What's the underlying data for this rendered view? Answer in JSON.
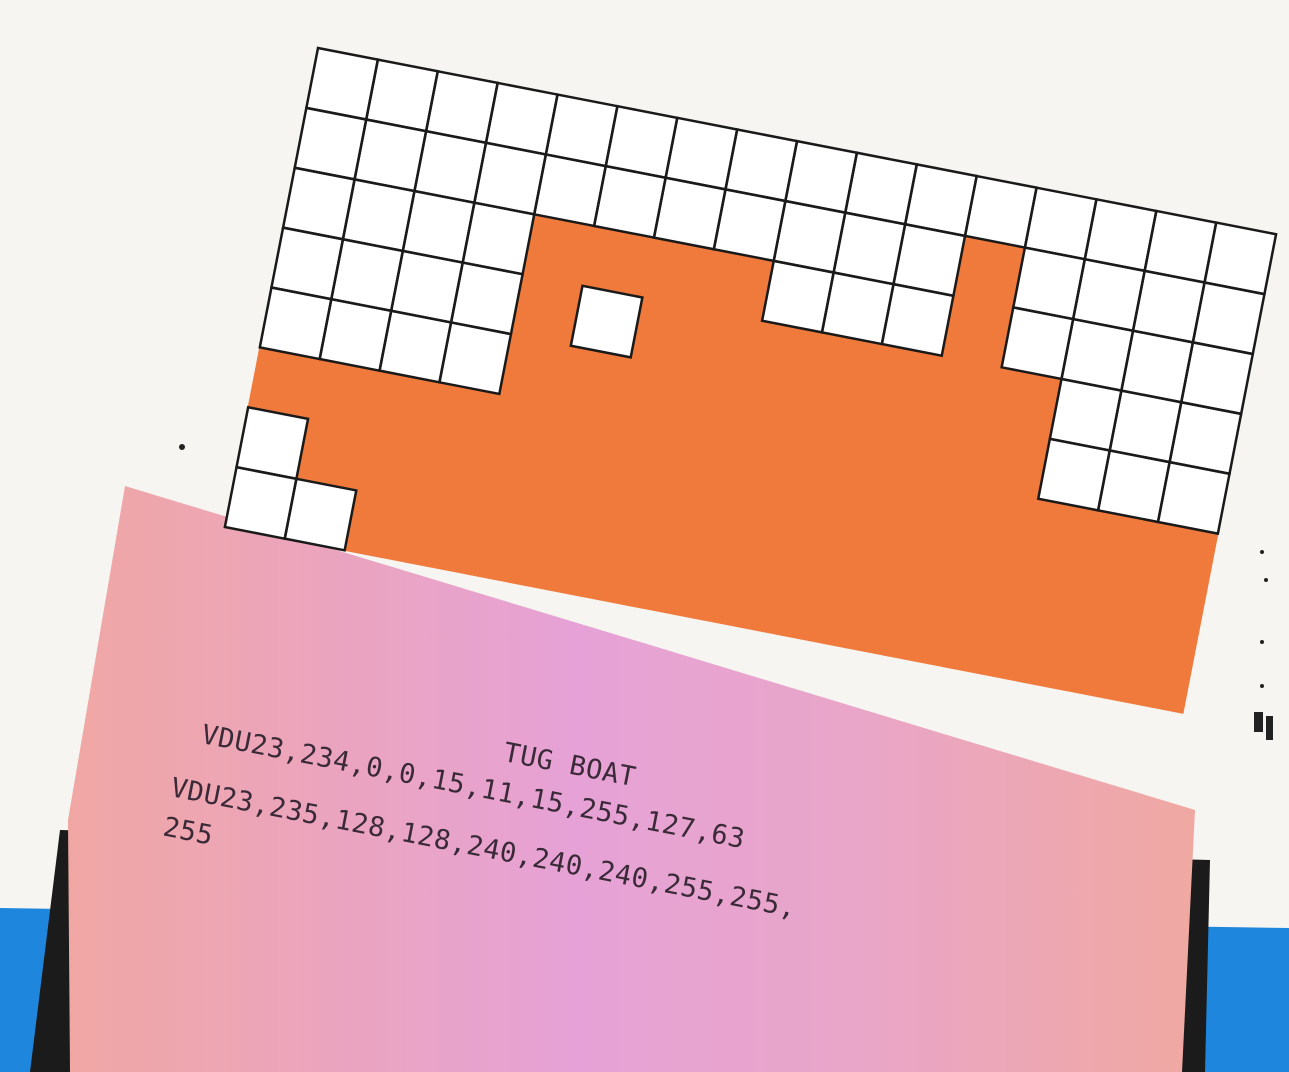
{
  "card": {
    "title": "TUG BOAT",
    "line1": "VDU23,234,0,0,15,11,15,255,127,63",
    "line2": "VDU23,235,128,128,240,240,240,255,255,",
    "line3": "255"
  },
  "grid": {
    "columns": 16,
    "rows": 8,
    "filled_rows": [
      "0000000000000000",
      "0000000000010000",
      "0000111100010000",
      "0000101111111000",
      "0000111111111000",
      "1111111111111111",
      "0111111111111111",
      "0011111111111111"
    ]
  },
  "colors": {
    "background": "#f6f5f1",
    "grid_line": "#1a1a1a",
    "pixel_fill": "#f07a3c",
    "card_fill": "#eeaaa6",
    "card_highlight": "#e3a0dc",
    "shadow": "#1b1b1b",
    "water": "#1f86dd"
  }
}
